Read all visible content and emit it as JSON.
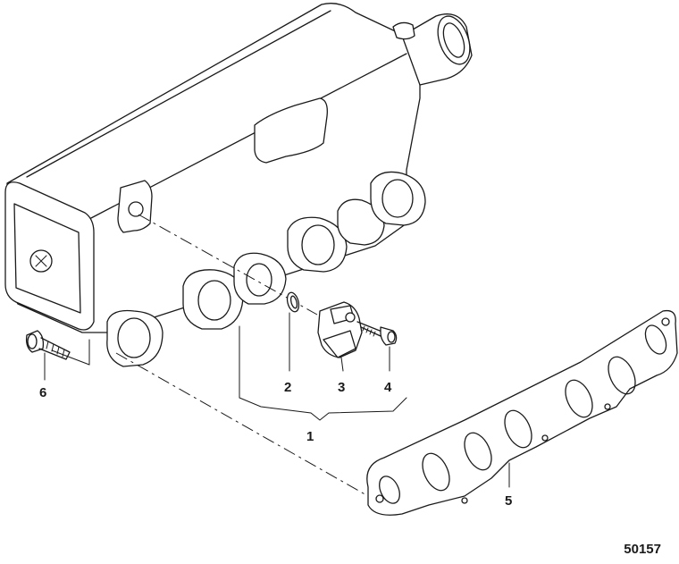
{
  "callouts": {
    "manifold": "1",
    "o_ring": "2",
    "sensor": "3",
    "screw": "4",
    "gasket": "5",
    "bolt": "6"
  },
  "figure_number": "50157"
}
